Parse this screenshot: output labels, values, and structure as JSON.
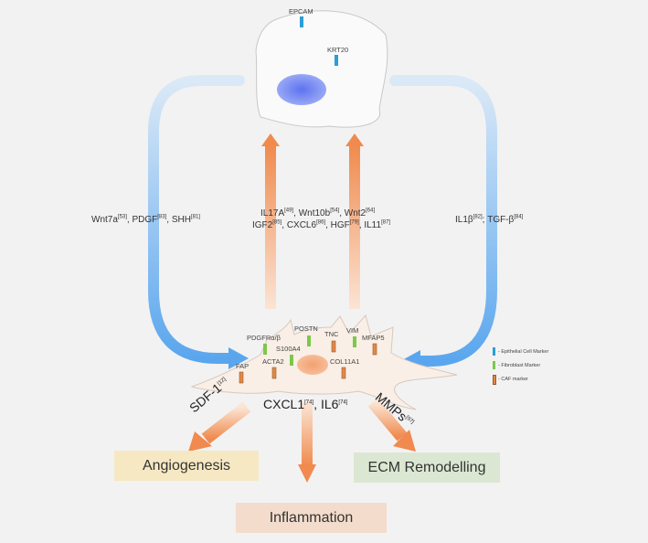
{
  "epithelial_cell": {
    "markers": [
      "EPCAM",
      "KRT20"
    ]
  },
  "factors": {
    "left": {
      "parts": [
        [
          "Wnt7a",
          "53"
        ],
        [
          "PDGF",
          "83"
        ],
        [
          "SHH",
          "81"
        ]
      ]
    },
    "middle_line1": {
      "parts": [
        [
          "IL17A",
          "49"
        ],
        [
          "Wnt10b",
          "54"
        ],
        [
          "Wnt2",
          "64"
        ]
      ]
    },
    "middle_line2": {
      "parts": [
        [
          "IGF2",
          "85"
        ],
        [
          "CXCL6",
          "86"
        ],
        [
          "HGF",
          "79"
        ],
        [
          "IL11",
          "87"
        ]
      ]
    },
    "right": {
      "parts": [
        [
          "IL1β",
          "82"
        ],
        [
          "TGF-β",
          "84"
        ]
      ]
    }
  },
  "caf_markers": [
    "PDGFRα/β",
    "POSTN",
    "TNC",
    "VIM",
    "MFAP5",
    "S100A4",
    "FAP",
    "ACTA2",
    "COL11A1"
  ],
  "legend": [
    {
      "label": "- Epithelial Cell Marker",
      "color": "#2a9fd6"
    },
    {
      "label": "- Fibroblast Marker",
      "color": "#7cc84a"
    },
    {
      "label": "- CAF marker",
      "color": "#e0884a"
    }
  ],
  "secreted": {
    "sdf": {
      "name": "SDF-1",
      "ref": "[12]"
    },
    "cxcl_il6": {
      "a": "CXCL1",
      "a_ref": "[74]",
      "b": "IL6",
      "b_ref": "[74]"
    },
    "mmps": {
      "name": "MMPs",
      "ref": "[97]"
    }
  },
  "outcomes": {
    "angiogenesis": {
      "label": "Angiogenesis",
      "color": "#f6e8c2"
    },
    "inflammation": {
      "label": "Inflammation",
      "color": "#f3dccb"
    },
    "ecm": {
      "label": "ECM Remodelling",
      "color": "#dbe7d2"
    }
  }
}
